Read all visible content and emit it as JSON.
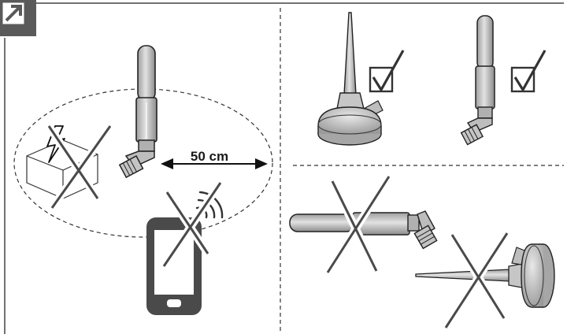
{
  "diagram": {
    "distance_label": "50 cm",
    "panels": {
      "left": {
        "topic": "antenna-clearance-from-metal-and-mobile-phone"
      },
      "top_right": {
        "topic": "permitted-mounting-positions"
      },
      "bottom_right": {
        "topic": "forbidden-mounting-positions"
      }
    }
  },
  "colors": {
    "line": "#1a1a1a",
    "antenna_fill": "#c8c8c8",
    "antenna_dark": "#9a9a9a",
    "phone": "#4a4a4a",
    "badge": "#5a5a5a",
    "cross_back": "#ffffff"
  }
}
